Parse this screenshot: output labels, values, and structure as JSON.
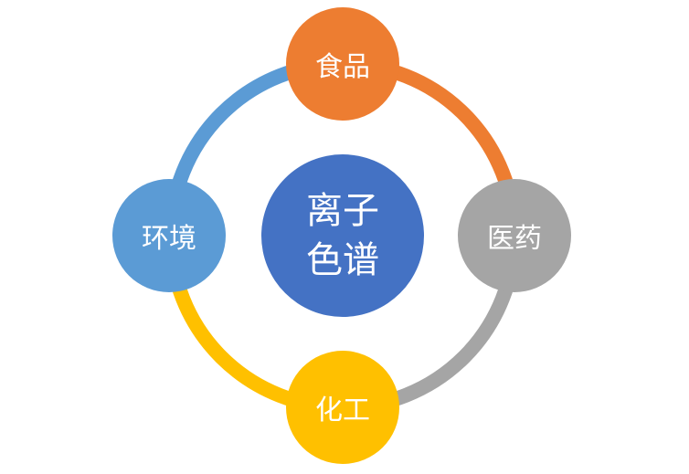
{
  "center": {
    "line1": "离子",
    "line2": "色谱",
    "color": "#4472C4"
  },
  "nodes": [
    {
      "label": "食品",
      "color": "#ED7D31"
    },
    {
      "label": "医药",
      "color": "#A5A5A5"
    },
    {
      "label": "化工",
      "color": "#FFC000"
    },
    {
      "label": "环境",
      "color": "#5B9BD5"
    }
  ]
}
